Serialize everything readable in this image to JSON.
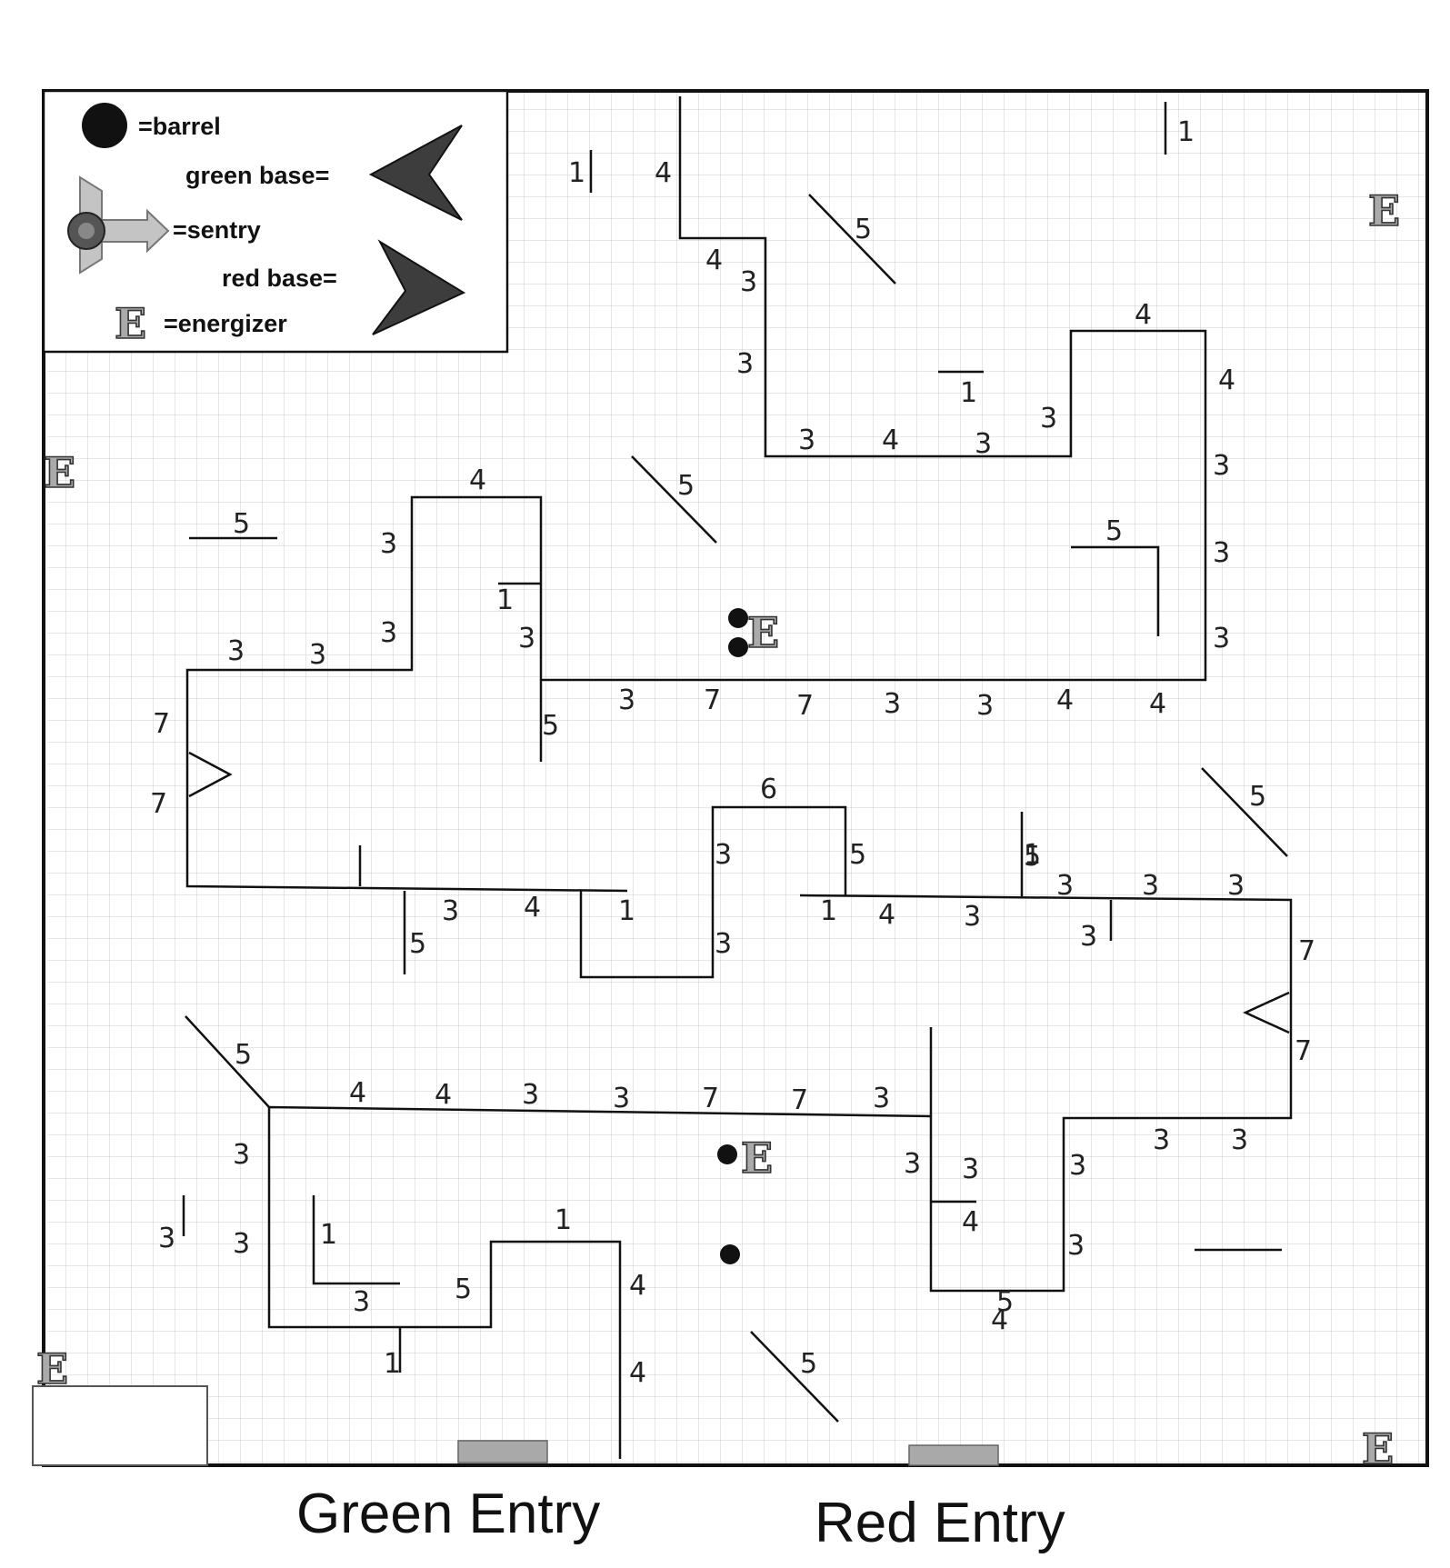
{
  "legend": {
    "barrel": "=barrel",
    "green_base": "green base=",
    "sentry": "=sentry",
    "red_base": "red base=",
    "energizer": "=energizer",
    "energizer_symbol": "E"
  },
  "entries": {
    "green": "Green Entry",
    "red": "Red Entry"
  },
  "colors": {
    "ink": "#111111",
    "grid": "#cfcfcf",
    "base_fill": "#3d3d3d",
    "entry_pad": "#a9a9a9",
    "energizer": "#9a9a9a"
  },
  "icons": {
    "barrel": "filled-circle-icon",
    "green_base": "arrowhead-left-icon",
    "red_base": "arrowhead-right-icon",
    "sentry": "sentry-turret-icon",
    "energizer": "energizer-e-icon"
  },
  "wall_labels": [
    "1",
    "4",
    "1",
    "5",
    "4",
    "3",
    "3",
    "4",
    "4",
    "3",
    "1",
    "3",
    "3",
    "4",
    "5",
    "5",
    "3",
    "3",
    "4",
    "5",
    "3",
    "1",
    "3",
    "3",
    "3",
    "3",
    "7",
    "7",
    "3",
    "7",
    "7",
    "3",
    "3",
    "4",
    "4",
    "5",
    "6",
    "5",
    "5",
    "3",
    "3",
    "3",
    "3",
    "3",
    "3",
    "1",
    "4",
    "3",
    "1",
    "3",
    "5",
    "3",
    "4",
    "5",
    "1",
    "7",
    "7",
    "5",
    "4",
    "4",
    "3",
    "3",
    "7",
    "7",
    "3",
    "3",
    "3",
    "3",
    "3",
    "3",
    "3",
    "3",
    "1",
    "4",
    "3",
    "1",
    "5",
    "3",
    "3",
    "5",
    "4",
    "4",
    "4",
    "5",
    "1"
  ]
}
